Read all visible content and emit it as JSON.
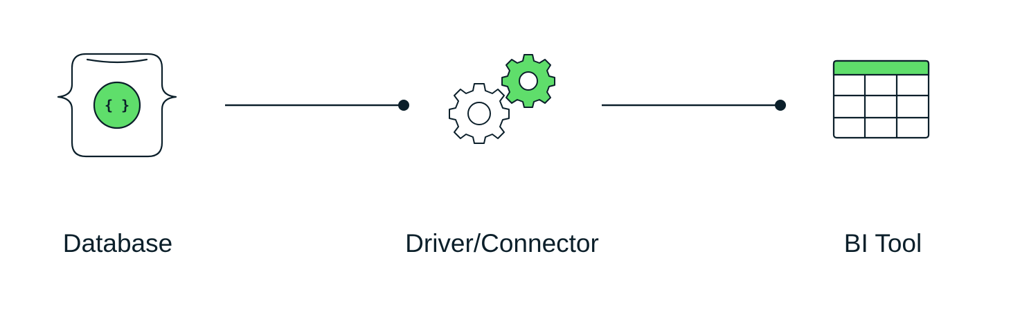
{
  "colors": {
    "ink": "#0b1f2a",
    "accent": "#5fde6b",
    "background": "#ffffff"
  },
  "nodes": [
    {
      "label": "Database",
      "icon": "database-icon"
    },
    {
      "label": "Driver/Connector",
      "icon": "gears-icon"
    },
    {
      "label": "BI Tool",
      "icon": "table-icon"
    }
  ],
  "database_badge": "{ }"
}
